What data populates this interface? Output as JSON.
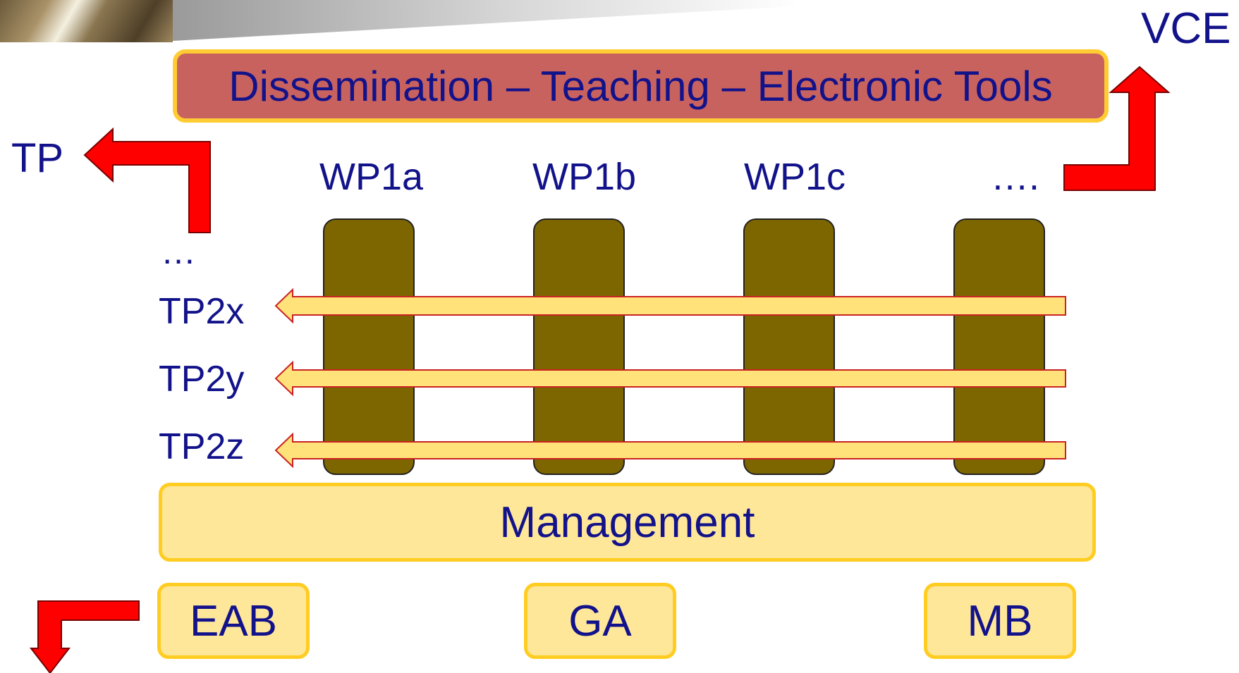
{
  "top_right_label": "VCE",
  "left_label": "TP",
  "banner": {
    "text": "Dissemination – Teaching – Electronic Tools"
  },
  "work_packages": [
    "WP1a",
    "WP1b",
    "WP1c",
    "…."
  ],
  "thematic_programmes": [
    "…",
    "TP2x",
    "TP2y",
    "TP2z"
  ],
  "management": {
    "label": "Management"
  },
  "bodies": [
    "EAB",
    "GA",
    "MB"
  ],
  "colors": {
    "text": "#12128a",
    "banner_fill": "#c8625f",
    "banner_border": "#ffcc33",
    "pillar_fill": "#7d6600",
    "bar_fill": "#ffe27a",
    "bar_border": "#cc2222",
    "box_fill": "#ffe799",
    "box_border": "#ffcc22",
    "arrow_fill": "#ff0000"
  }
}
